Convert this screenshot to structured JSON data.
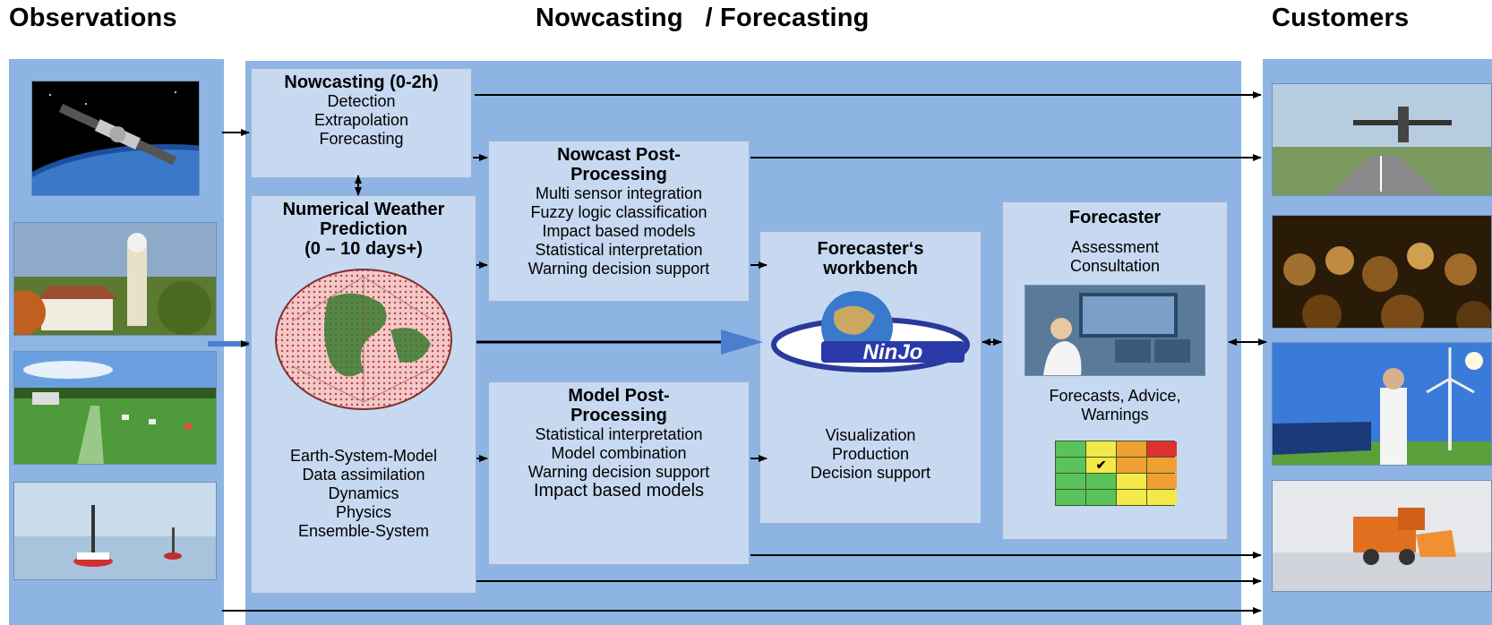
{
  "headers": {
    "observations": "Observations",
    "nowcasting_forecasting": "Nowcasting   / Forecasting",
    "customers": "Customers"
  },
  "nowcasting": {
    "title": "Nowcasting (0-2h)",
    "lines": [
      "Detection",
      "Extrapolation",
      "Forecasting"
    ]
  },
  "nwp": {
    "title": "Numerical Weather\nPrediction\n(0 – 10 days+)",
    "lines": [
      "Earth-System-Model",
      "Data assimilation",
      "Dynamics",
      "Physics",
      "Ensemble-System"
    ]
  },
  "nowcast_post": {
    "title": "Nowcast Post-\nProcessing",
    "lines": [
      "Multi sensor integration",
      "Fuzzy logic classification",
      "Impact based models",
      "Statistical interpretation",
      "Warning decision support"
    ]
  },
  "model_post": {
    "title": "Model Post-\nProcessing",
    "lines": [
      "Statistical interpretation",
      "Model combination",
      "Warning decision support",
      "Impact based models"
    ]
  },
  "workbench": {
    "title": "Forecaster‘s\nworkbench",
    "logo_text": "NinJo",
    "lines": [
      "Visualization",
      "Production",
      "Decision support"
    ]
  },
  "forecaster": {
    "title": "Forecaster",
    "lines": [
      "Assessment",
      "Consultation"
    ],
    "output": [
      "Forecasts, Advice,",
      "Warnings"
    ]
  },
  "colors": {
    "band": "#8eb4e3",
    "box": "#c6d9f1",
    "arrow_blue": "#4a7fd0",
    "warning_grid": [
      "#5bc25b",
      "#f5e84a",
      "#f0a030",
      "#e03030"
    ]
  },
  "warning_matrix": [
    [
      "green",
      "yellow",
      "orange",
      "red"
    ],
    [
      "green",
      "yellow-check",
      "orange",
      "orange"
    ],
    [
      "green",
      "green",
      "yellow",
      "orange"
    ],
    [
      "green",
      "green",
      "yellow",
      "yellow"
    ]
  ],
  "icons": {
    "observations": [
      "satellite-image",
      "weather-station-image",
      "measurement-field-image",
      "buoy-image"
    ],
    "customers": [
      "airplane-image",
      "crowd-image",
      "renewable-energy-image",
      "snowplow-image"
    ],
    "nwp": "globe-model-grid-icon",
    "workbench": "ninjo-logo-icon",
    "forecaster": "forecaster-at-desk-image"
  }
}
